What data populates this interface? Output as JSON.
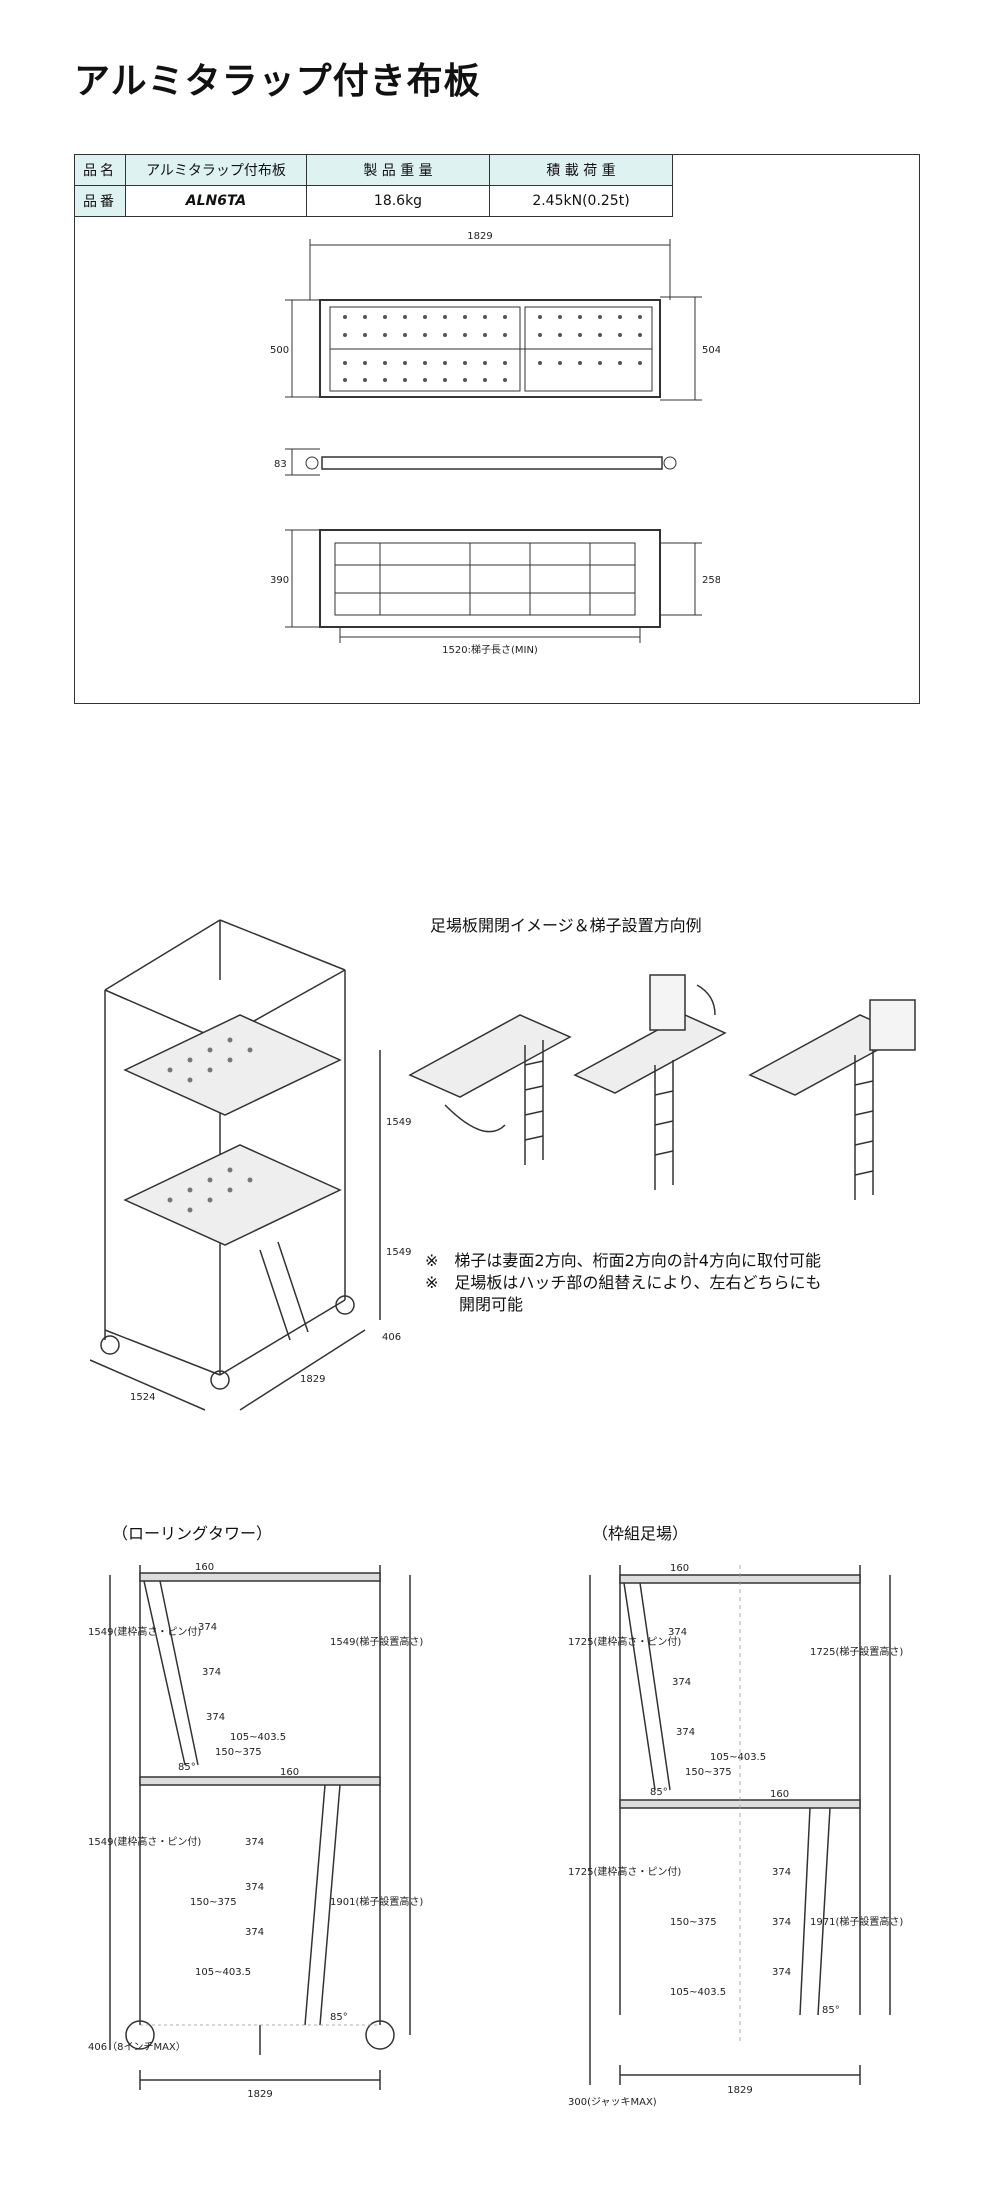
{
  "page_title": "アルミタラップ付き布板",
  "spec": {
    "row1": {
      "label": "品名",
      "product_name": "アルミタラップ付布板",
      "weight_header": "製 品 重 量",
      "load_header": "積 載 荷 重"
    },
    "row2": {
      "label": "品番",
      "part_no": "ALN6TA",
      "weight": "18.6kg",
      "load": "2.45kN(0.25t)"
    }
  },
  "plan": {
    "top_width": "1829",
    "height_left": "500",
    "height_right": "504",
    "side_thickness": "83",
    "bottom_left": "390",
    "bottom_right": "258",
    "ladder_length": "1520:梯子長さ(MIN)"
  },
  "opening_section": {
    "title": "足場板開閉イメージ＆梯子設置方向例",
    "notes": [
      {
        "mark": "※",
        "text": "梯子は妻面2方向、桁面2方向の計4方向に取付可能"
      },
      {
        "mark": "※",
        "text": "足場板はハッチ部の組替えにより、左右どちらにも"
      },
      {
        "mark": "",
        "text": "開閉可能"
      }
    ]
  },
  "tower_iso": {
    "dim_1549_top": "1549",
    "dim_1549_bottom": "1549",
    "dim_1524": "1524",
    "dim_1829": "1829",
    "dim_406": "406"
  },
  "rolling_tower": {
    "caption": "（ローリングタワー）",
    "labels": {
      "top160": "160",
      "mid160": "160",
      "rung": "374",
      "range1": "150~375",
      "range2": "105~403.5",
      "angle": "85°",
      "left_top": "1549(建枠高さ・ピン付)",
      "left_bottom": "1549(建枠高さ・ピン付)",
      "left_caster": "406（8インチMAX）",
      "right_top": "1549(梯子設置高さ)",
      "right_bottom": "1901(梯子設置高さ)",
      "width": "1829"
    }
  },
  "frame_scaffold": {
    "caption": "（枠組足場）",
    "labels": {
      "top160": "160",
      "mid160": "160",
      "rung": "374",
      "range1": "150~375",
      "range2": "105~403.5",
      "angle": "85°",
      "left_top": "1725(建枠高さ・ピン付)",
      "left_bottom": "1725(建枠高さ・ピン付)",
      "left_jack": "300(ジャッキMAX)",
      "right_top": "1725(梯子設置高さ)",
      "right_bottom": "1971(梯子設置高さ)",
      "width": "1829"
    }
  }
}
